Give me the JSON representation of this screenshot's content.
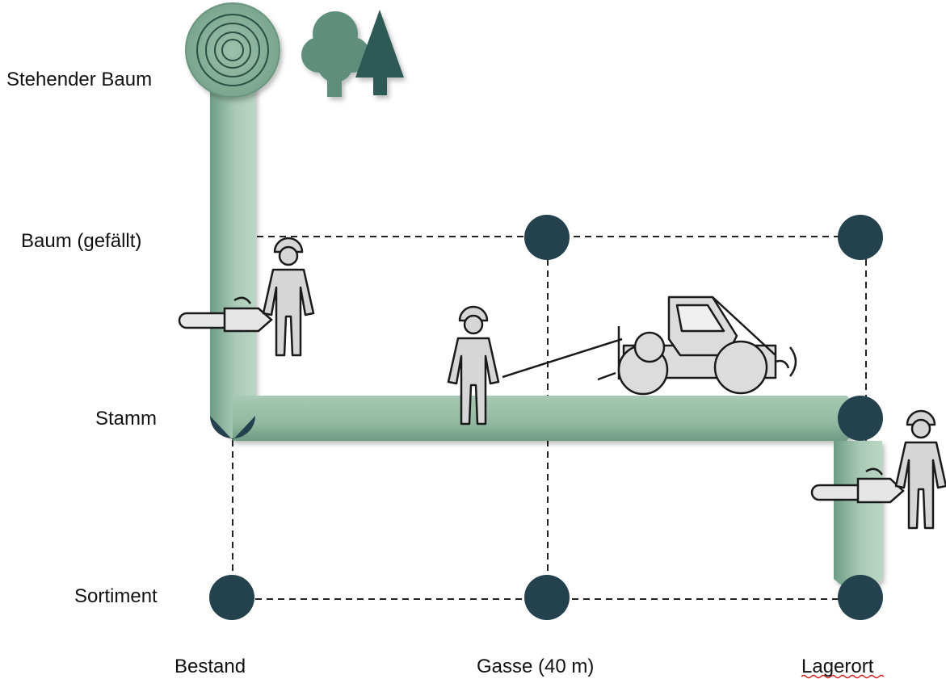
{
  "row_labels": {
    "standing_tree": "Stehender  Baum",
    "felled_tree": "Baum  (gefällt)",
    "stem": "Stamm",
    "assortment": "Sortiment"
  },
  "column_labels": {
    "stand": "Bestand",
    "alley": "Gasse  (40 m)",
    "storage": "Lagerort"
  },
  "colors": {
    "flow": "#9cc0aa",
    "flow_dark": "#5f8f76",
    "node": "#23424e",
    "trees": "#5f8f7b",
    "machine_fill": "#dcdcdc",
    "figure_fill": "#d6d6d6",
    "line": "#1a1a1a"
  },
  "icons": [
    "tree-ring-icon",
    "deciduous-tree-icon",
    "conifer-tree-icon",
    "chainsaw-icon",
    "forest-worker-icon",
    "skidder-icon"
  ]
}
